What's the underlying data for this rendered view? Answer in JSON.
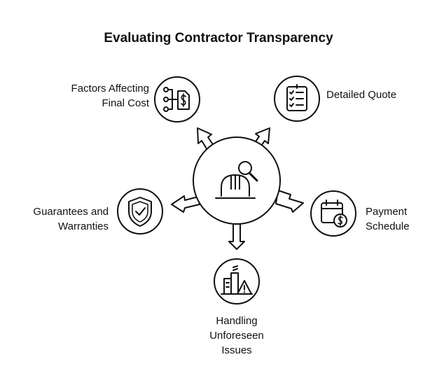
{
  "title": "Evaluating Contractor Transparency",
  "center": {
    "icon": "hardhat-magnifier-icon"
  },
  "nodes": [
    {
      "id": "factors",
      "lines": [
        "Factors Affecting",
        "Final Cost"
      ],
      "icon": "flowchart-dollar-document-icon"
    },
    {
      "id": "quote",
      "lines": [
        "Detailed Quote"
      ],
      "icon": "checklist-icon"
    },
    {
      "id": "payment",
      "lines": [
        "Payment",
        "Schedule"
      ],
      "icon": "calendar-dollar-icon"
    },
    {
      "id": "unforeseen",
      "lines": [
        "Handling",
        "Unforeseen",
        "Issues"
      ],
      "icon": "building-warning-icon"
    },
    {
      "id": "guarantees",
      "lines": [
        "Guarantees and",
        "Warranties"
      ],
      "icon": "shield-check-icon"
    }
  ],
  "colors": {
    "stroke": "#111111",
    "background": "#ffffff"
  }
}
